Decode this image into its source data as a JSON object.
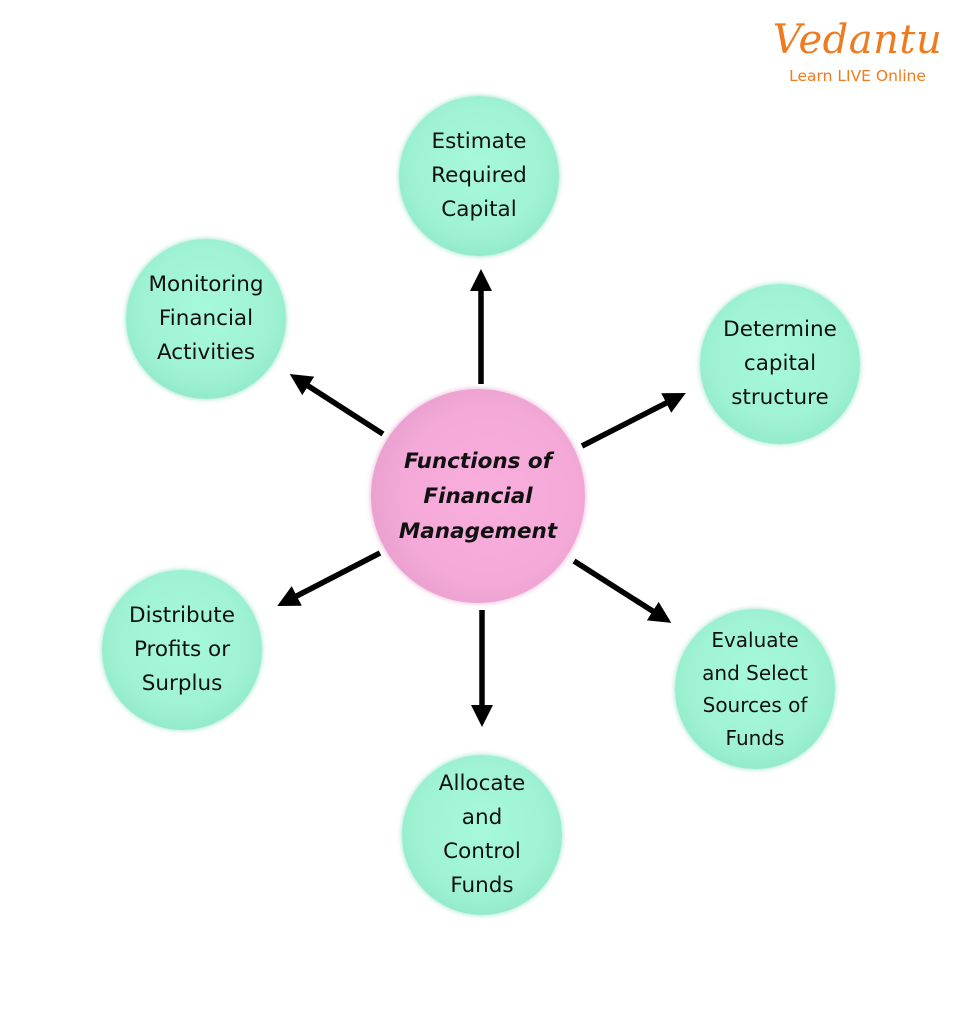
{
  "logo": {
    "brand": "Vedantu",
    "tagline": "Learn LIVE Online",
    "color": "#f07a1e"
  },
  "center": {
    "lines": [
      "Functions of",
      "Financial",
      "Management"
    ],
    "color": "#f4a9d8"
  },
  "nodes": {
    "estimate": {
      "lines": [
        "Estimate",
        "Required",
        "Capital"
      ]
    },
    "determine": {
      "lines": [
        "Determine",
        "capital",
        "structure"
      ]
    },
    "evaluate": {
      "lines": [
        "Evaluate",
        "and Select",
        "Sources of",
        "Funds"
      ]
    },
    "allocate": {
      "lines": [
        "Allocate",
        "and",
        "Control",
        "Funds"
      ]
    },
    "distribute": {
      "lines": [
        "Distribute",
        "Profits or",
        "Surplus"
      ]
    },
    "monitoring": {
      "lines": [
        "Monitoring",
        "Financial",
        "Activities"
      ]
    }
  },
  "colors": {
    "leaf_fill": "#9ff3d4",
    "arrow": "#000000"
  }
}
